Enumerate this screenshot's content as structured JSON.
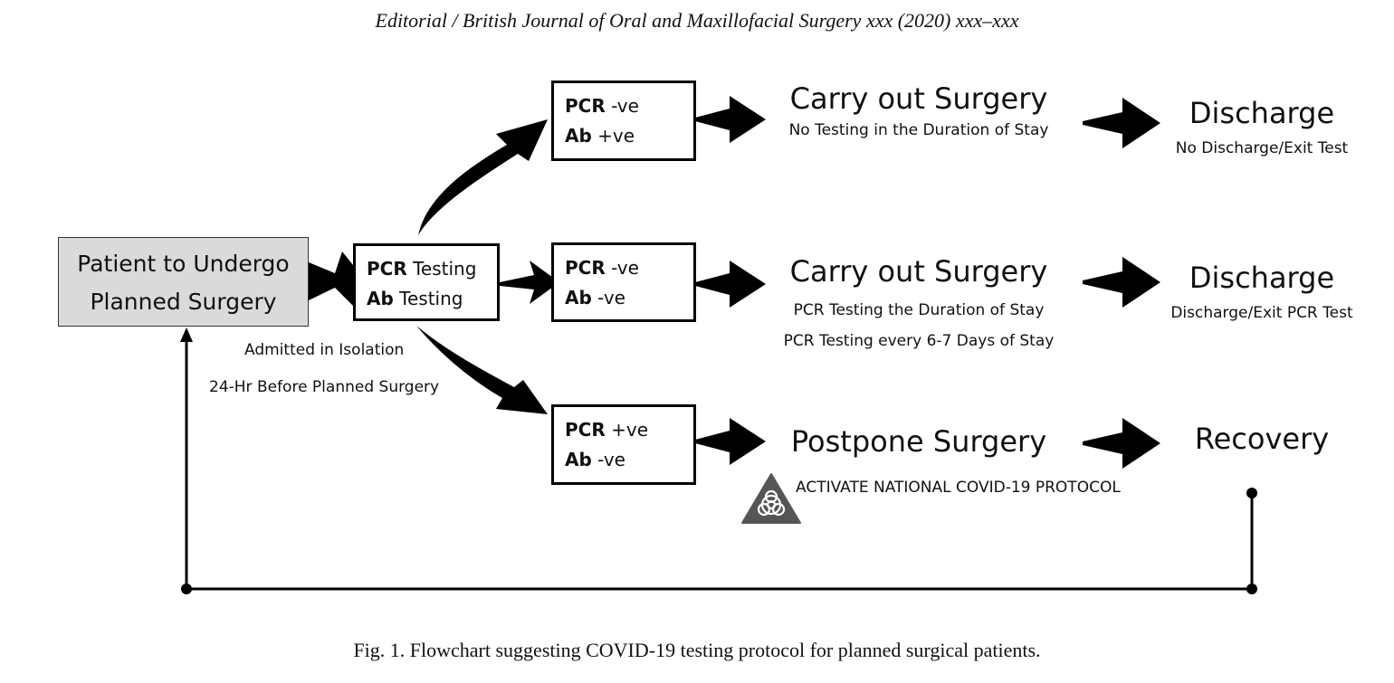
{
  "header": {
    "running_head": "Editorial / British Journal of Oral and Maxillofacial Surgery xxx (2020) xxx–xxx"
  },
  "flowchart": {
    "patient": {
      "line1": "Patient to Undergo",
      "line2": "Planned Surgery"
    },
    "admit_note": {
      "line1": "Admitted in Isolation",
      "line2": "24-Hr Before Planned Surgery"
    },
    "testing": {
      "pcr_bold": "PCR",
      "pcr_rest": " Testing",
      "ab_bold": "Ab",
      "ab_rest": " Testing"
    },
    "branches": [
      {
        "pcr_bold": "PCR",
        "pcr_rest": " -ve",
        "ab_bold": "Ab",
        "ab_rest": " +ve",
        "action": "Carry out Surgery",
        "action_notes": [
          "No Testing in the Duration of Stay"
        ],
        "outcome": "Discharge",
        "outcome_note": "No Discharge/Exit Test"
      },
      {
        "pcr_bold": "PCR",
        "pcr_rest": " -ve",
        "ab_bold": "Ab",
        "ab_rest": " -ve",
        "action": "Carry out Surgery",
        "action_notes": [
          "PCR Testing the Duration of Stay",
          "PCR Testing every 6-7 Days of Stay"
        ],
        "outcome": "Discharge",
        "outcome_note": "Discharge/Exit PCR Test"
      },
      {
        "pcr_bold": "PCR",
        "pcr_rest": " +ve",
        "ab_bold": "Ab",
        "ab_rest": " -ve",
        "action": "Postpone Surgery",
        "action_notes": [
          "ACTIVATE NATIONAL COVID-19 PROTOCOL"
        ],
        "outcome": "Recovery",
        "outcome_note": ""
      }
    ],
    "colors": {
      "box_fill": "#dadada",
      "arrow": "#000000",
      "hazard": "#555555"
    },
    "icons": {
      "hazard": "biohazard-icon"
    }
  },
  "caption": {
    "text": "Fig. 1.  Flowchart suggesting COVID-19 testing protocol for planned surgical patients."
  }
}
